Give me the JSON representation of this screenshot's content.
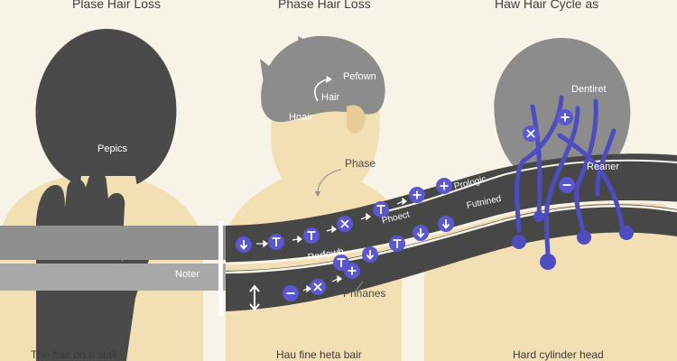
{
  "titles": {
    "left": "Plase Hair Loss",
    "center": "Phase Hair Loss",
    "right": "Haw Hair Cycle as"
  },
  "labels": {
    "pepics": "Pepics",
    "perfown_top": "Pefown",
    "hair": "Hair",
    "hoair": "Hoair",
    "phase": "Phase",
    "dentiret": "Dentiret",
    "reaner": "Reaner",
    "prologic": "Prologic",
    "phoect": "Phoect",
    "futrined": "Futnined",
    "perfowh": "Perfowh",
    "noter": "Noter",
    "phhanes": "Phhanes"
  },
  "captions": {
    "left": "The hair on a stall",
    "center": "Hau fine heta bair",
    "right": "Hard cylinder head"
  },
  "colors": {
    "background": "#f7f3e6",
    "hair_dark": "#4a4a4a",
    "hair_mid": "#8c8c8c",
    "skin": "#f3dfb4",
    "band": "#474747",
    "node_blue": "#5a57cf",
    "root_blue": "#4f4cbf"
  },
  "icons": {
    "node_symbols": [
      "arrow-down-icon",
      "t-bar-icon",
      "plus-icon",
      "x-mark-icon",
      "minus-icon",
      "double-arrow-icon"
    ],
    "band_top_row": [
      "arrow-down",
      "t-bar",
      "t-bar",
      "x-mark",
      "t-bar",
      "plus",
      "plus"
    ],
    "band_mid_row": [
      "t-bar",
      "arrow-down",
      "t-bar",
      "arrow-down",
      "arrow-down",
      "plus"
    ],
    "band_low_row": [
      "minus",
      "x-mark",
      "plus"
    ]
  }
}
